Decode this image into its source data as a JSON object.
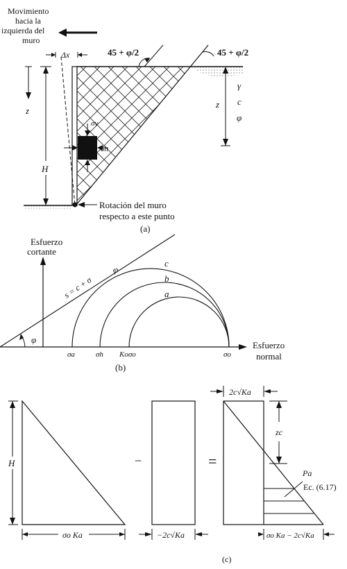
{
  "panel_a": {
    "movement_text": [
      "Movimiento",
      "hacia la",
      "izquierda del",
      "muro"
    ],
    "dx_label": "Δx",
    "angle_label_1": "45 + φ/2",
    "angle_label_2": "45 + φ/2",
    "z_left": "z",
    "H_label": "H",
    "z_right": "z",
    "gamma": "γ",
    "c": "c",
    "phi": "φ",
    "sigma_v": "σv",
    "sigma_h": "σh",
    "rotation_text": [
      "Rotación del muro",
      "respecto a este punto"
    ],
    "caption": "(a)"
  },
  "panel_b": {
    "y_axis_label": [
      "Esfuerzo",
      "cortante"
    ],
    "x_axis_label": [
      "Esfuerzo",
      "normal"
    ],
    "envelope_label": "s = c + σ",
    "phi_top": "φ",
    "phi_angle": "φ",
    "circle_c": "c",
    "circle_b": "b",
    "circle_a": "a",
    "sigma_a": "σa",
    "sigma_h": "σh",
    "Ko_sigma_o": "Koσo",
    "sigma_o": "σo",
    "caption": "(b)"
  },
  "panel_c": {
    "H_label": "H",
    "base_label_1": "σo Ka",
    "minus_sign": "−",
    "base_label_2": "−2c√Ka",
    "equals_sign": "=",
    "top_label_3": "2c√Ka",
    "zc_label": "zc",
    "Pa_label": "Pa",
    "eq_ref": "Ec. (6.17)",
    "base_label_3": "σo Ka − 2c√Ka",
    "caption": "(c)"
  }
}
